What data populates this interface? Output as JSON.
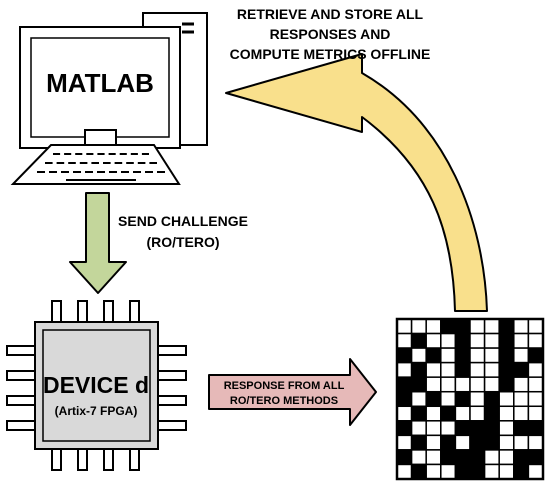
{
  "computer": {
    "screen_label": "MATLAB"
  },
  "device": {
    "title": "DEVICE d",
    "subtitle": "(Artix-7 FPGA)"
  },
  "labels": {
    "retrieve_line1": "RETRIEVE AND STORE ALL",
    "retrieve_line2": "RESPONSES AND",
    "retrieve_line3": "COMPUTE METRICS OFFLINE",
    "send_line1": "SEND CHALLENGE",
    "send_line2": "(RO/TERO)",
    "response_line1": "RESPONSE FROM ALL",
    "response_line2": "RO/TERO METHODS"
  },
  "colors": {
    "send_arrow": "#c3d69b",
    "response_arrow": "#e6b9b8",
    "retrieve_arrow": "#f9e08c",
    "chip_body": "#d9d9d9",
    "outline": "#000000"
  },
  "response_matrix": {
    "rows": [
      [
        0,
        0,
        0,
        1,
        1,
        0,
        0,
        1,
        0,
        0
      ],
      [
        0,
        1,
        0,
        0,
        1,
        0,
        0,
        1,
        0,
        0
      ],
      [
        1,
        0,
        1,
        0,
        1,
        0,
        0,
        1,
        0,
        1
      ],
      [
        0,
        1,
        0,
        0,
        1,
        0,
        0,
        1,
        1,
        0
      ],
      [
        1,
        1,
        0,
        0,
        0,
        0,
        0,
        1,
        0,
        0
      ],
      [
        1,
        0,
        1,
        0,
        1,
        0,
        1,
        0,
        0,
        0
      ],
      [
        0,
        1,
        0,
        1,
        0,
        0,
        1,
        0,
        0,
        0
      ],
      [
        1,
        0,
        0,
        0,
        1,
        1,
        1,
        0,
        1,
        1
      ],
      [
        0,
        1,
        0,
        1,
        0,
        1,
        1,
        0,
        0,
        0
      ],
      [
        1,
        0,
        0,
        1,
        1,
        1,
        0,
        0,
        1,
        1
      ],
      [
        0,
        1,
        0,
        0,
        1,
        1,
        0,
        0,
        1,
        0
      ]
    ]
  }
}
